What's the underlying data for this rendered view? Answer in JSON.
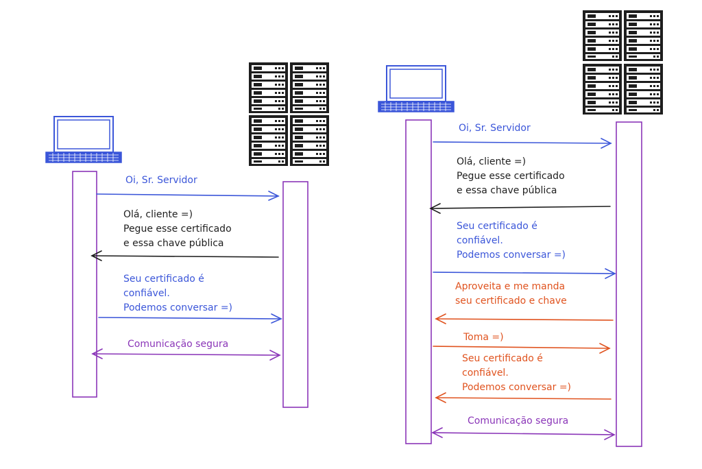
{
  "colors": {
    "blue": "#3b56d9",
    "black": "#1e1e1e",
    "purple": "#8a35b8",
    "orange": "#e0531f"
  },
  "icons": {
    "client": "laptop-icon",
    "server": "server-rack-icon"
  },
  "left": {
    "msg1": "Oi, Sr. Servidor",
    "msg2": [
      "Olá, cliente =)",
      "Pegue esse certificado",
      "e essa chave pública"
    ],
    "msg3": [
      "Seu certificado é",
      "confiável.",
      "Podemos conversar =)"
    ],
    "msg4": "Comunicação segura"
  },
  "right": {
    "msg1": "Oi, Sr. Servidor",
    "msg2": [
      "Olá, cliente =)",
      "Pegue esse certificado",
      "e essa chave pública"
    ],
    "msg3": [
      "Seu certificado é",
      "confiável.",
      "Podemos conversar =)"
    ],
    "msg4": [
      "Aproveita e me manda",
      "seu certificado e chave"
    ],
    "msg5": "Toma =)",
    "msg6": [
      "Seu certificado é",
      "confiável.",
      "Podemos conversar =)"
    ],
    "msg7": "Comunicação segura"
  }
}
